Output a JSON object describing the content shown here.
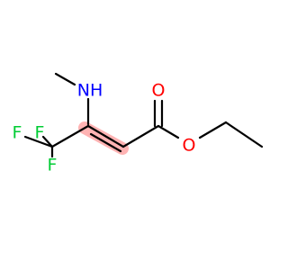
{
  "molecule": {
    "atoms": {
      "nh": {
        "symbol": "NH",
        "color": "#0000ff"
      },
      "o_carbonyl": {
        "symbol": "O",
        "color": "#ff0000"
      },
      "o_ester": {
        "symbol": "O",
        "color": "#ff0000"
      },
      "f_left": {
        "symbol": "F",
        "color": "#00cc33"
      },
      "f_mid": {
        "symbol": "F",
        "color": "#00cc33"
      },
      "f_bottom": {
        "symbol": "F",
        "color": "#00cc33"
      }
    },
    "colors": {
      "bond": "#000000",
      "highlight": "#ffb3b3"
    },
    "double_bond_highlighted": true
  }
}
